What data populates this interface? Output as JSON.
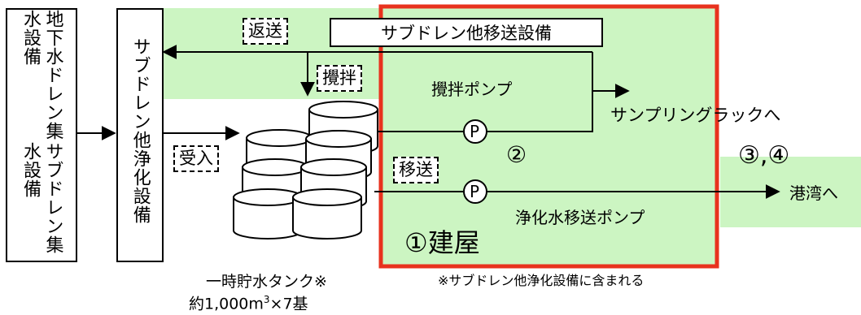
{
  "colors": {
    "accent_frame": "#e8321e",
    "zone_fill": "#ccf5c2"
  },
  "facilities": {
    "collection": [
      "サブドレン集水設備",
      "地下水ドレン集水設備"
    ],
    "purification": "サブドレン他浄化設備"
  },
  "tags": {
    "return": "返送",
    "stir": "攪拌",
    "receive": "受入",
    "transfer": "移送"
  },
  "transfer_equipment": "サブドレン他移送設備",
  "pumps": {
    "stir_pump": "攪拌ポンプ",
    "transfer_pump": "浄化水移送ポンプ",
    "symbol": "P"
  },
  "destinations": {
    "sampling": "サンプリングラックへ",
    "harbor": "港湾へ"
  },
  "markers": {
    "building": "①建屋",
    "two": "②",
    "three_four": "③,④"
  },
  "tank": {
    "line1": "一時貯水タンク※",
    "line2_prefix": "約1,000m",
    "line2_sup": "3",
    "line2_suffix": "×7基"
  },
  "footnote": "※サブドレン他浄化設備に含まれる"
}
